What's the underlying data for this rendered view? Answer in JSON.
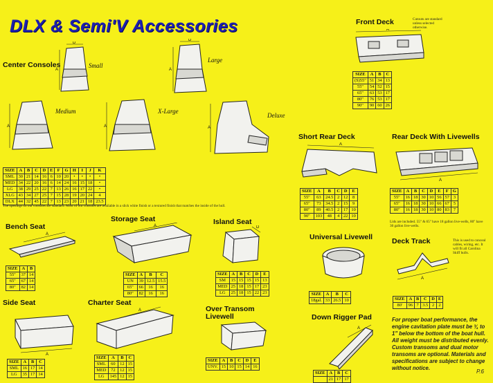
{
  "title": "DLX & Semi'V Accessories",
  "page_number": "P.6",
  "center_consoles": {
    "heading": "Center Consoles",
    "variants": {
      "small": "Small",
      "large": "Large",
      "medium": "Medium",
      "xlarge": "X-Large",
      "deluxe": "Deluxe"
    },
    "columns": [
      "SIZE",
      "A",
      "B",
      "C",
      "D",
      "E",
      "F",
      "G",
      "H",
      "I",
      "J",
      "K"
    ],
    "rows": [
      [
        "SML",
        "30",
        "21",
        "14",
        "16",
        "6",
        "10",
        "20",
        "•",
        "•",
        "•",
        "•"
      ],
      [
        "MED",
        "34",
        "22",
        "20",
        "16",
        "6",
        "14",
        "24",
        "16",
        "15",
        "18",
        "•"
      ],
      [
        "LG",
        "38",
        "29",
        "25",
        "22",
        "7",
        "13",
        "26",
        "16",
        "17",
        "22",
        "•"
      ],
      [
        "XLG",
        "43",
        "34",
        "27",
        "25",
        "7",
        "15",
        "28",
        "19",
        "20",
        "24",
        "4"
      ],
      [
        "DLX",
        "44",
        "32",
        "45",
        "22",
        "7",
        "13",
        "23",
        "20",
        "21",
        "18",
        "23.5"
      ]
    ],
    "note": "The openings on our consoles are standard. Most of our consoles are available in a slick white finish or a textured finish that matches the inside of the hull."
  },
  "front_deck": {
    "heading": "Front Deck",
    "note": "Cutouts are standard unless selected otherwise.",
    "columns": [
      "SIZE",
      "A",
      "B",
      "C"
    ],
    "rows": [
      [
        "(S)55\"",
        "51",
        "34",
        "13"
      ],
      [
        "55\"",
        "54",
        "52",
        "15"
      ],
      [
        "65\"",
        "63",
        "53",
        "17"
      ],
      [
        "80\"",
        "76",
        "53",
        "17"
      ],
      [
        "90\"",
        "90",
        "60",
        "26"
      ]
    ]
  },
  "short_rear_deck": {
    "heading": "Short Rear Deck",
    "columns": [
      "SIZE",
      "A",
      "B",
      "C",
      "D",
      "E"
    ],
    "rows": [
      [
        "55\"",
        "63",
        "24.5",
        "2",
        "12",
        "8"
      ],
      [
        "65\"",
        "73",
        "34.5",
        "2",
        "15",
        "9"
      ],
      [
        "80\"",
        "89",
        "40.5",
        "2",
        "17",
        "10"
      ],
      [
        "90\"",
        "103",
        "48",
        "4",
        "22",
        "10"
      ]
    ]
  },
  "rear_deck_livewells": {
    "heading": "Rear Deck With Livewells",
    "columns": [
      "SIZE",
      "A",
      "B",
      "C",
      "D",
      "E",
      "F",
      "G"
    ],
    "rows": [
      [
        "55\"",
        "16",
        "18",
        "30",
        "10",
        "56",
        "57",
        "3"
      ],
      [
        "65\"",
        "16",
        "18",
        "30",
        "10",
        "66",
        "67",
        "5"
      ],
      [
        "80\"",
        "16",
        "18",
        "30",
        "10",
        "80",
        "83",
        "7"
      ]
    ],
    "note": "Lids are included. 55\" & 65\" have 18 gallon live-wells, 80\" have 30 gallon live-wells."
  },
  "bench_seat": {
    "heading": "Bench Seat",
    "columns": [
      "SIZE",
      "A",
      "B"
    ],
    "rows": [
      [
        "55\"",
        "37",
        "14"
      ],
      [
        "65\"",
        "67",
        "14"
      ],
      [
        "80\"",
        "82",
        "14"
      ]
    ]
  },
  "storage_seat": {
    "heading": "Storage Seat",
    "columns": [
      "SIZE",
      "A",
      "B",
      "C"
    ],
    "rows": [
      [
        "UN",
        "39",
        "12.5",
        "15.5"
      ],
      [
        "65\"",
        "66",
        "16",
        "16"
      ],
      [
        "80\"",
        "82",
        "16",
        "16"
      ]
    ]
  },
  "island_seat": {
    "heading": "Island Seat",
    "columns": [
      "SIZE",
      "A",
      "B",
      "C",
      "D",
      "E"
    ],
    "rows": [
      [
        "SM",
        "15",
        "15",
        "15",
        "15",
        "13"
      ],
      [
        "MED",
        "25",
        "18",
        "15",
        "17",
        "23"
      ],
      [
        "LG",
        "25",
        "18",
        "15",
        "22",
        "23"
      ]
    ]
  },
  "universal_livewell": {
    "heading": "Universal Livewell",
    "columns": [
      "SIZE",
      "A",
      "B",
      "C"
    ],
    "rows": [
      [
        "18gal.",
        "33",
        "26.5",
        "10"
      ]
    ]
  },
  "deck_track": {
    "heading": "Deck Track",
    "note": "This is used to conceal cables, wiring, etc. It will fit all Carolina Skiff hulls.",
    "columns": [
      "SIZE",
      "A",
      "B",
      "C",
      "D",
      "E"
    ],
    "rows": [
      [
        "80'",
        "96",
        "7",
        "3.5",
        "2",
        "2"
      ]
    ]
  },
  "side_seat": {
    "heading": "Side Seat",
    "columns": [
      "SIZE",
      "A",
      "B",
      "C"
    ],
    "rows": [
      [
        "SML",
        "16",
        "17",
        "14"
      ],
      [
        "LG",
        "35",
        "17",
        "14"
      ]
    ]
  },
  "charter_seat": {
    "heading": "Charter Seat",
    "columns": [
      "SIZE",
      "A",
      "B",
      "C"
    ],
    "rows": [
      [
        "SML",
        "60",
        "12",
        "15"
      ],
      [
        "MED",
        "72",
        "12",
        "15"
      ],
      [
        "LG",
        "145",
        "12",
        "15"
      ]
    ]
  },
  "over_transom": {
    "heading_line1": "Over Transom",
    "heading_line2": "Livewell",
    "columns": [
      "SIZE",
      "A",
      "B",
      "C",
      "D",
      "E"
    ],
    "rows": [
      [
        "UNV.",
        "15",
        "10",
        "15",
        "14",
        "16"
      ]
    ]
  },
  "down_rigger": {
    "heading": "Down Rigger Pad",
    "columns": [
      "SIZE",
      "A",
      "B",
      "C"
    ],
    "rows": [
      [
        "",
        "21",
        "17",
        "17"
      ]
    ]
  },
  "final_note": "For proper boat performance, the engine cavitation plate must be ¾ to 1\" below the bottom of the boat hull. All weight must be distributed evenly. Custom transoms and dual motor transoms are optional. Materials and specifications are subject to change without notice."
}
